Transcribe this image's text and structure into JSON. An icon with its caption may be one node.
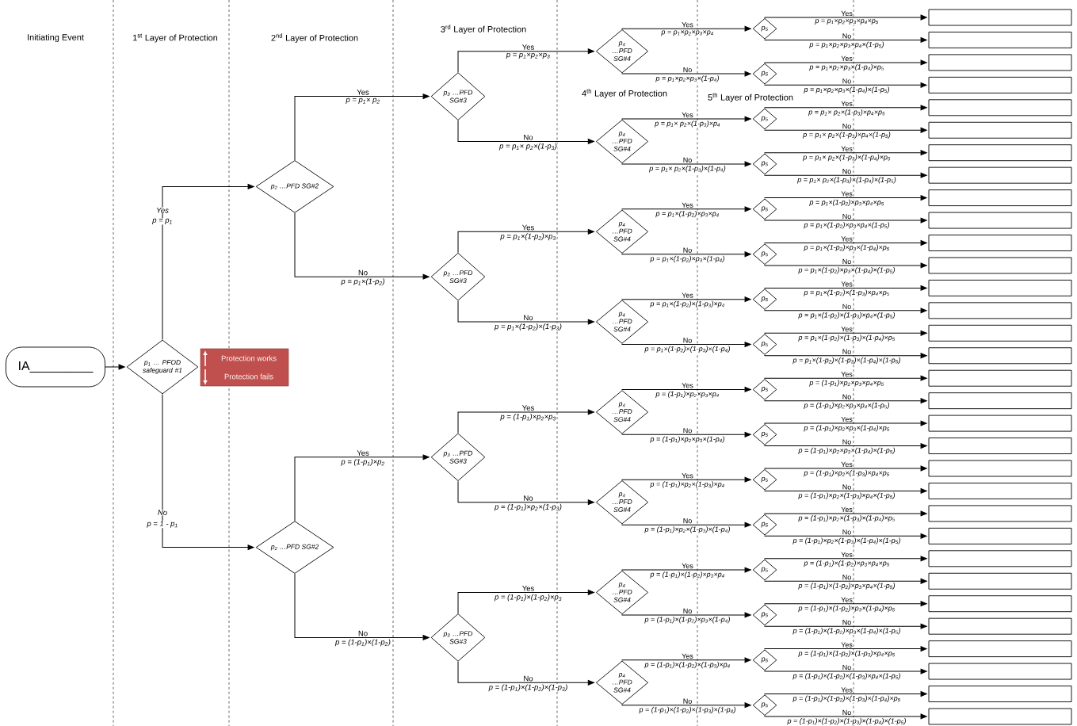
{
  "diagram": {
    "nodes": [
      {
        "text": [
          "IA_________"
        ]
      },
      {
        "text": [
          "p$_{1}$ … PFOD safeguard #1"
        ]
      },
      {
        "text": [
          "p$_{2}$ …PFD SG#2"
        ]
      },
      {
        "text": [
          "p$_{2}$ …PFD SG#2"
        ]
      },
      {
        "text": [
          "p$_{3}$ …PFD SG#3"
        ]
      },
      {
        "text": [
          "p$_{3}$ …PFD SG#3"
        ]
      },
      {
        "text": [
          "p$_{3}$ …PFD SG#3"
        ]
      },
      {
        "text": [
          "p$_{3}$ …PFD SG#3"
        ]
      },
      {
        "text": [
          "p$_{4}$ …PFD SG#4"
        ]
      },
      {
        "text": [
          "p$_{4}$ …PFD SG#4"
        ]
      },
      {
        "text": [
          "p$_{4}$ …PFD SG#4"
        ]
      },
      {
        "text": [
          "p$_{4}$ …PFD SG#4"
        ]
      },
      {
        "text": [
          "p$_{4}$ …PFD SG#4"
        ]
      },
      {
        "text": [
          "p$_{4}$ …PFD SG#4"
        ]
      },
      {
        "text": [
          "p$_{4}$ …PFD SG#4"
        ]
      },
      {
        "text": [
          "p$_{4}$ …PFD SG#4"
        ]
      },
      {
        "text": [
          "p$_{5}$"
        ]
      },
      {
        "text": [
          "p$_{5}$"
        ]
      },
      {
        "text": [
          "p$_{5}$"
        ]
      },
      {
        "text": [
          "p$_{5}$"
        ]
      },
      {
        "text": [
          "p$_{5}$"
        ]
      },
      {
        "text": [
          "p$_{5}$"
        ]
      },
      {
        "text": [
          "p$_{5}$"
        ]
      },
      {
        "text": [
          "p$_{5}$"
        ]
      },
      {
        "text": [
          "p$_{5}$"
        ]
      },
      {
        "text": [
          "p$_{5}$"
        ]
      },
      {
        "text": [
          "p$_{5}$"
        ]
      },
      {
        "text": [
          "p$_{5}$"
        ]
      },
      {
        "text": [
          "p$_{5}$"
        ]
      },
      {
        "text": [
          "p$_{5}$"
        ]
      },
      {
        "text": [
          "p$_{5}$"
        ]
      },
      {
        "text": [
          "p$_{5}$"
        ]
      },
      {
        "text": [],
        "shape": "box"
      },
      {
        "text": [],
        "shape": "box"
      },
      {
        "text": [],
        "shape": "box"
      },
      {
        "text": [],
        "shape": "box"
      },
      {
        "text": [],
        "shape": "box"
      },
      {
        "text": [],
        "shape": "box"
      },
      {
        "text": [],
        "shape": "box"
      },
      {
        "text": [],
        "shape": "box"
      },
      {
        "text": [],
        "shape": "box"
      },
      {
        "text": [],
        "shape": "box"
      },
      {
        "text": [],
        "shape": "box"
      },
      {
        "text": [],
        "shape": "box"
      },
      {
        "text": [],
        "shape": "box"
      },
      {
        "text": [],
        "shape": "box"
      },
      {
        "text": [],
        "shape": "box"
      },
      {
        "text": [],
        "shape": "box"
      },
      {
        "text": [],
        "shape": "box"
      },
      {
        "text": [],
        "shape": "box"
      },
      {
        "text": [],
        "shape": "box"
      },
      {
        "text": [],
        "shape": "box"
      },
      {
        "text": [],
        "shape": "box"
      },
      {
        "text": [],
        "shape": "box"
      },
      {
        "text": [],
        "shape": "box"
      },
      {
        "text": [],
        "shape": "box"
      },
      {
        "text": [],
        "shape": "box"
      },
      {
        "text": [],
        "shape": "box"
      },
      {
        "text": [],
        "shape": "box"
      },
      {
        "text": [],
        "shape": "box"
      },
      {
        "text": [],
        "shape": "box"
      },
      {
        "text": [],
        "shape": "box"
      },
      {
        "text": [],
        "shape": "box"
      },
      {
        "text": [],
        "shape": "box"
      }
    ],
    "edges": [
      {
        "from": 0,
        "to": 1,
        "arrow": "to"
      },
      {
        "from": 1,
        "to": 2,
        "arrow": "to",
        "label": "Yes"
      },
      {
        "from": 1,
        "to": 3,
        "arrow": "to",
        "label": "No"
      },
      {
        "from": 2,
        "to": 4,
        "arrow": "to",
        "label": "Yes"
      },
      {
        "from": 2,
        "to": 5,
        "arrow": "to",
        "label": "No"
      },
      {
        "from": 3,
        "to": 6,
        "arrow": "to",
        "label": "Yes"
      },
      {
        "from": 3,
        "to": 7,
        "arrow": "to",
        "label": "No"
      },
      {
        "from": 4,
        "to": 8,
        "arrow": "to",
        "label": "Yes"
      },
      {
        "from": 4,
        "to": 9,
        "arrow": "to",
        "label": "No"
      },
      {
        "from": 5,
        "to": 10,
        "arrow": "to",
        "label": "Yes"
      },
      {
        "from": 5,
        "to": 11,
        "arrow": "to",
        "label": "No"
      },
      {
        "from": 6,
        "to": 12,
        "arrow": "to",
        "label": "Yes"
      },
      {
        "from": 6,
        "to": 13,
        "arrow": "to",
        "label": "No"
      },
      {
        "from": 7,
        "to": 14,
        "arrow": "to",
        "label": "Yes"
      },
      {
        "from": 7,
        "to": 15,
        "arrow": "to",
        "label": "No"
      },
      {
        "from": 8,
        "to": 16,
        "arrow": "to",
        "label": "Yes"
      },
      {
        "from": 8,
        "to": 17,
        "arrow": "to",
        "label": "No"
      },
      {
        "from": 9,
        "to": 18,
        "arrow": "to",
        "label": "Yes"
      },
      {
        "from": 9,
        "to": 19,
        "arrow": "to",
        "label": "No"
      },
      {
        "from": 10,
        "to": 20,
        "arrow": "to",
        "label": "Yes"
      },
      {
        "from": 10,
        "to": 21,
        "arrow": "to",
        "label": "No"
      },
      {
        "from": 11,
        "to": 22,
        "arrow": "to",
        "label": "Yes"
      },
      {
        "from": 11,
        "to": 23,
        "arrow": "to",
        "label": "No"
      },
      {
        "from": 12,
        "to": 24,
        "arrow": "to",
        "label": "Yes"
      },
      {
        "from": 12,
        "to": 25,
        "arrow": "to",
        "label": "No"
      },
      {
        "from": 13,
        "to": 26,
        "arrow": "to",
        "label": "Yes"
      },
      {
        "from": 13,
        "to": 27,
        "arrow": "to",
        "label": "No"
      },
      {
        "from": 14,
        "to": 28,
        "arrow": "to",
        "label": "Yes"
      },
      {
        "from": 14,
        "to": 29,
        "arrow": "to",
        "label": "No"
      },
      {
        "from": 15,
        "to": 30,
        "arrow": "to",
        "label": "Yes"
      },
      {
        "from": 15,
        "to": 31,
        "arrow": "to",
        "label": "No"
      },
      {
        "from": 16,
        "to": 32,
        "arrow": "to",
        "label": "Yes"
      },
      {
        "from": 16,
        "to": 33,
        "arrow": "to",
        "label": "No"
      },
      {
        "from": 17,
        "to": 34,
        "arrow": "to",
        "label": "Yes"
      },
      {
        "from": 17,
        "to": 35,
        "arrow": "to",
        "label": "No"
      },
      {
        "from": 18,
        "to": 36,
        "arrow": "to",
        "label": "Yes"
      },
      {
        "from": 18,
        "to": 37,
        "arrow": "to",
        "label": "No"
      },
      {
        "from": 19,
        "to": 38,
        "arrow": "to",
        "label": "Yes"
      },
      {
        "from": 19,
        "to": 39,
        "arrow": "to",
        "label": "No"
      },
      {
        "from": 20,
        "to": 40,
        "arrow": "to",
        "label": "Yes"
      },
      {
        "from": 20,
        "to": 41,
        "arrow": "to",
        "label": "No"
      },
      {
        "from": 21,
        "to": 42,
        "arrow": "to",
        "label": "Yes"
      },
      {
        "from": 21,
        "to": 43,
        "arrow": "to",
        "label": "No"
      },
      {
        "from": 22,
        "to": 44,
        "arrow": "to",
        "label": "Yes"
      },
      {
        "from": 22,
        "to": 45,
        "arrow": "to",
        "label": "No"
      },
      {
        "from": 23,
        "to": 46,
        "arrow": "to",
        "label": "Yes"
      },
      {
        "from": 23,
        "to": 47,
        "arrow": "to",
        "label": "No"
      },
      {
        "from": 24,
        "to": 48,
        "arrow": "to",
        "label": "Yes"
      },
      {
        "from": 24,
        "to": 49,
        "arrow": "to",
        "label": "No"
      },
      {
        "from": 25,
        "to": 50,
        "arrow": "to",
        "label": "Yes"
      },
      {
        "from": 25,
        "to": 51,
        "arrow": "to",
        "label": "No"
      },
      {
        "from": 26,
        "to": 52,
        "arrow": "to",
        "label": "Yes"
      },
      {
        "from": 26,
        "to": 53,
        "arrow": "to",
        "label": "No"
      },
      {
        "from": 27,
        "to": 54,
        "arrow": "to",
        "label": "Yes"
      },
      {
        "from": 27,
        "to": 55,
        "arrow": "to",
        "label": "No"
      },
      {
        "from": 28,
        "to": 56,
        "arrow": "to",
        "label": "Yes"
      },
      {
        "from": 28,
        "to": 57,
        "arrow": "to",
        "label": "No"
      },
      {
        "from": 29,
        "to": 58,
        "arrow": "to",
        "label": "Yes"
      },
      {
        "from": 29,
        "to": 59,
        "arrow": "to",
        "label": "No"
      },
      {
        "from": 30,
        "to": 60,
        "arrow": "to",
        "label": "Yes"
      },
      {
        "from": 30,
        "to": 61,
        "arrow": "to",
        "label": "No"
      },
      {
        "from": 31,
        "to": 62,
        "arrow": "to",
        "label": "Yes"
      },
      {
        "from": 31,
        "to": 63,
        "arrow": "to",
        "label": "No"
      }
    ],
    "labels": [
      "Initiating Event",
      "1$^{st}$ Layer of Protection",
      "2$^{nd}$ Layer of Protection",
      "3$^{rd}$ Layer of Protection",
      "4$^{th}$ Layer of Protection",
      "5$^{th}$ Layer of Protection",
      "p = p$_{1}$",
      "p = 1 - p$_{1}$",
      "p = p$_{1}$× p$_{2}$",
      "p = p$_{1}$×(1-p$_{2}$)",
      "p = (1-p$_{1}$)×p$_{2}$",
      "p = (1-p$_{1}$)×(1-p$_{2}$)",
      "p = p$_{1}$×p$_{2}$×p$_{3}$",
      "p = p$_{1}$× p$_{2}$×(1-p$_{3}$)",
      "p = p$_{1}$×(1-p$_{2}$)×p$_{3}$",
      "p = p$_{1}$×(1-p$_{2}$)×(1-p$_{3}$)",
      "p = (1-p$_{1}$)×p$_{2}$×p$_{3}$",
      "p = (1-p$_{1}$)×p$_{2}$×(1-p$_{3}$)",
      "p = (1-p$_{1}$)×(1-p$_{2}$)×p$_{3}$",
      "p = (1-p$_{1}$)×(1-p$_{2}$)×(1-p$_{3}$)",
      "p = p$_{1}$×p$_{2}$×p$_{3}$×p$_{4}$",
      "p = p$_{1}$×p$_{2}$×p$_{3}$×(1-p$_{4}$)",
      "p = p$_{1}$× p$_{2}$×(1-p$_{3}$)×p$_{4}$",
      "p = p$_{1}$× p$_{2}$×(1-p$_{3}$)×(1-p$_{4}$)",
      "p = p$_{1}$×(1-p$_{2}$)×p$_{3}$×p$_{4}$",
      "p = p$_{1}$×(1-p$_{2}$)×p$_{3}$×(1-p$_{4}$)",
      "p = p$_{1}$×(1-p$_{2}$)×(1-p$_{3}$)×p$_{4}$",
      "p = p$_{1}$×(1-p$_{2}$)×(1-p$_{3}$)×(1-p$_{4}$)",
      "p = (1-p$_{1}$)×p$_{2}$×p$_{3}$×p$_{4}$",
      "p = (1-p$_{1}$)×p$_{2}$×p$_{3}$×(1-p$_{4}$)",
      "p = (1-p$_{1}$)×p$_{2}$×(1-p$_{3}$)×p$_{4}$",
      "p = (1-p$_{1}$)×p$_{2}$×(1-p$_{3}$)×(1-p$_{4}$)",
      "p = (1-p$_{1}$)×(1-p$_{2}$)×p$_{3}$×p$_{4}$",
      "p = (1-p$_{1}$)×(1-p$_{2}$)×p$_{3}$×(1-p$_{4}$)",
      "p = (1-p$_{1}$)×(1-p$_{2}$)×(1-p$_{3}$)×p$_{4}$",
      "p = (1-p$_{1}$)×(1-p$_{2}$)×(1-p$_{3}$)×(1-p$_{4}$)",
      "p = p$_{1}$×p$_{2}$×p$_{3}$×p$_{4}$×p$_{5}$",
      "p = p$_{1}$×p$_{2}$×p$_{3}$×p$_{4}$×(1-p$_{5}$)",
      "p = p$_{1}$×p$_{2}$×p$_{3}$×(1-p$_{4}$)×p$_{5}$",
      "p = p$_{1}$×p$_{2}$×p$_{3}$×(1-p$_{4}$)×(1-p$_{5}$)",
      "p = p$_{1}$× p$_{2}$×(1-p$_{3}$)×p$_{4}$×p$_{5}$",
      "p = p$_{1}$× p$_{2}$×(1-p$_{3}$)×p$_{4}$×(1-p$_{5}$)",
      "p = p$_{1}$× p$_{2}$×(1-p$_{3}$)×(1-p$_{4}$)×p$_{5}$",
      "p = p$_{1}$× p$_{2}$×(1-p$_{3}$)×(1-p$_{4}$)×(1-p$_{5}$)",
      "p = p$_{1}$×(1-p$_{2}$)×p$_{3}$×p$_{4}$×p$_{5}$",
      "p = p$_{1}$×(1-p$_{2}$)×p$_{3}$×p$_{4}$×(1-p$_{5}$)",
      "p = p$_{1}$×(1-p$_{2}$)×p$_{3}$×(1-p$_{4}$)×p$_{5}$",
      "p = p$_{1}$×(1-p$_{2}$)×p$_{3}$×(1-p$_{4}$)×(1-p$_{5}$)",
      "p = p$_{1}$×(1-p$_{2}$)×(1-p$_{3}$)×p$_{4}$×p$_{5}$",
      "p = p$_{1}$×(1-p$_{2}$)×(1-p$_{3}$)×p$_{4}$×(1-p$_{5}$)",
      "p = p$_{1}$×(1-p$_{2}$)×(1-p$_{3}$)×(1-p$_{4}$)×p$_{5}$",
      "p = p$_{1}$×(1-p$_{2}$)×(1-p$_{3}$)×(1-p$_{4}$)×(1-p$_{5}$)",
      "p = (1-p$_{1}$)×p$_{2}$×p$_{3}$×p$_{4}$×p$_{5}$",
      "p = (1-p$_{1}$)×p$_{2}$×p$_{3}$×p$_{4}$×(1-p$_{5}$)",
      "p = (1-p$_{1}$)×p$_{2}$×p$_{3}$×(1-p$_{4}$)×p$_{5}$",
      "p = (1-p$_{1}$)×p$_{2}$×p$_{3}$×(1-p$_{4}$)×(1-p$_{5}$)",
      "p = (1-p$_{1}$)×p$_{2}$×(1-p$_{3}$)×p$_{4}$×p$_{5}$",
      "p = (1-p$_{1}$)×p$_{2}$×(1-p$_{3}$)×p$_{4}$×(1-p$_{5}$)",
      "p = (1-p$_{1}$)×p$_{2}$×(1-p$_{3}$)×(1-p$_{4}$)×p$_{5}$",
      "p = (1-p$_{1}$)×p$_{2}$×(1-p$_{3}$)×(1-p$_{4}$)×(1-p$_{5}$)",
      "p = (1-p$_{1}$)×(1-p$_{2}$)×p$_{3}$×p$_{4}$×p$_{5}$",
      "p = (1-p$_{1}$)×(1-p$_{2}$)×p$_{3}$×p$_{4}$×(1-p$_{5}$)",
      "p = (1-p$_{1}$)×(1-p$_{2}$)×p$_{3}$×(1-p$_{4}$)×p$_{5}$",
      "p = (1-p$_{1}$)×(1-p$_{2}$)×p$_{3}$×(1-p$_{4}$)×(1-p$_{5}$)",
      "p = (1-p$_{1}$)×(1-p$_{2}$)×(1-p$_{3}$)×p$_{4}$×p$_{5}$",
      "p = (1-p$_{1}$)×(1-p$_{2}$)×(1-p$_{3}$)×p$_{4}$×(1-p$_{5}$)",
      "p = (1-p$_{1}$)×(1-p$_{2}$)×(1-p$_{3}$)×(1-p$_{4}$)×p$_{5}$",
      "p = (1-p$_{1}$)×(1-p$_{2}$)×(1-p$_{3}$)×(1-p$_{4}$)×(1-p$_{5}$)"
    ],
    "legend": [
      {
        "text": "Protection works"
      },
      {
        "text": "Protection fails"
      }
    ]
  }
}
